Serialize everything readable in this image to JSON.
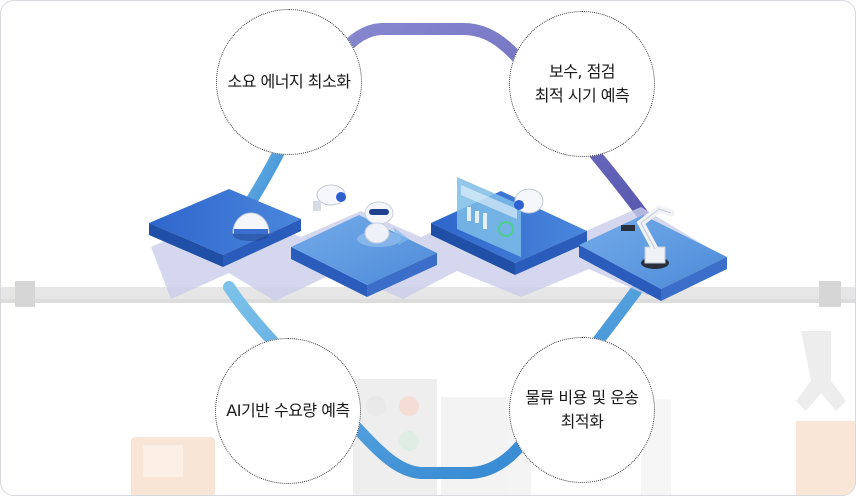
{
  "features": {
    "top_left": {
      "line1": "소요 에너지 최소화"
    },
    "top_right": {
      "line1": "보수, 점검",
      "line2": "최적 시기 예측"
    },
    "bottom_left": {
      "line1": "AI기반 수요량 예측"
    },
    "bottom_right": {
      "line1": "물류 비용 및 운송",
      "line2": "최적화"
    }
  },
  "colors": {
    "accent_purple": "#6b6bc0",
    "accent_blue": "#2f9ad8",
    "platform_dark": "#2856b8",
    "platform_light": "#5b95e0",
    "rail": "#e4e4e4"
  }
}
